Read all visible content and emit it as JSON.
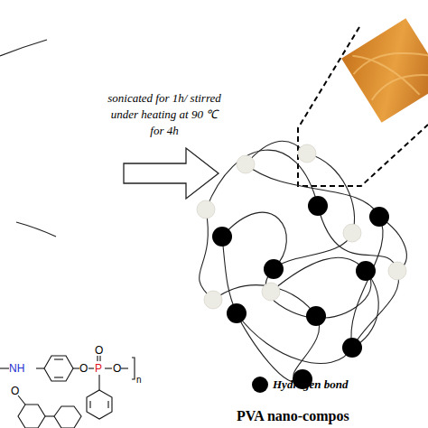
{
  "diagram": {
    "caption": "PVA nano-compos",
    "labels": [
      "sonicated for 1h/ stirred under heating at 90 ℃ for 4h",
      "NH",
      "O",
      "P",
      "O",
      "O",
      "n",
      "O"
    ],
    "legend": [
      {
        "text": "Hydrogen bond",
        "color": "#000000"
      }
    ]
  }
}
